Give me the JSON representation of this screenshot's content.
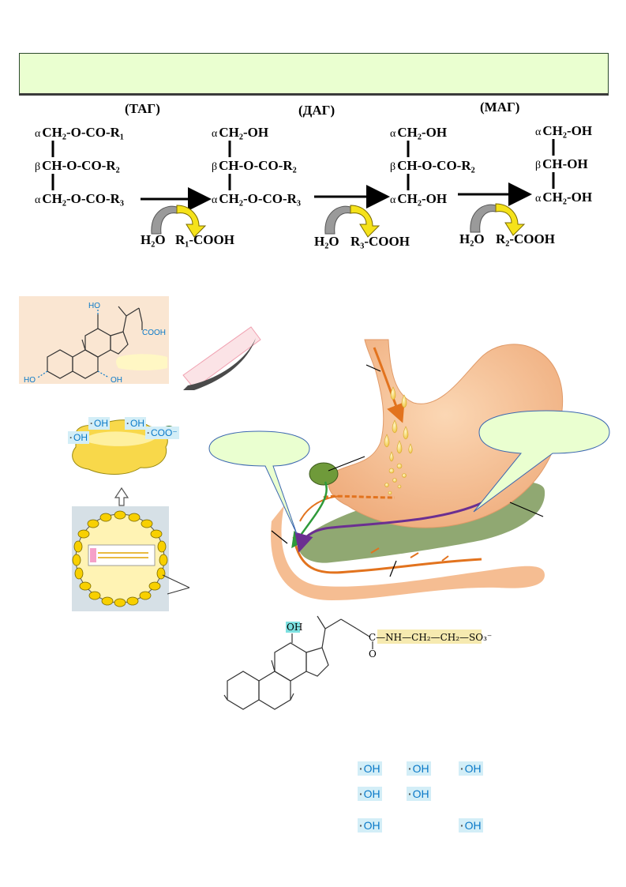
{
  "reaction": {
    "stage_labels": [
      "(ТАГ)",
      "(ДАГ)",
      "(МАГ)"
    ],
    "tag": {
      "greek": [
        "α",
        "β",
        "α"
      ],
      "groups": [
        "CH₂-O-CO-R₁",
        "CH-O-CO-R₂",
        "CH₂-O-CO-R₃"
      ]
    },
    "dag": {
      "greek": [
        "α",
        "β",
        "α"
      ],
      "groups": [
        "CH₂-OH",
        "CH-O-CO-R₂",
        "CH₂-O-CO-R₃"
      ]
    },
    "mag": {
      "greek": [
        "α",
        "β",
        "α"
      ],
      "groups": [
        "CH₂-OH",
        "CH-O-CO-R₂",
        "CH₂-OH"
      ]
    },
    "glycerol": {
      "greek": [
        "α",
        "β",
        "α"
      ],
      "groups": [
        "CH₂-OH",
        "CH-OH",
        "CH₂-OH"
      ]
    },
    "steps": [
      {
        "water": "H₂O",
        "acid": "R₁-COOH"
      },
      {
        "water": "H₂O",
        "acid": "R₃-COOH"
      },
      {
        "water": "H₂O",
        "acid": "R₂-COOH"
      }
    ]
  },
  "cholic_acid": {
    "oh_labels": [
      "HO",
      "HO",
      "OH"
    ],
    "acid_label": "COOH"
  },
  "micelle_surface": {
    "oh_groups": [
      "OH",
      "OH",
      "OH"
    ],
    "carboxylate": "COO⁻"
  },
  "taurine_conjugate": {
    "oh": "OH",
    "chain": "C—NH—CH₂—CH₂—SO₃⁻",
    "carbonyl_o": "O",
    "sulfonate_charge": "−"
  },
  "oh_grid": {
    "row1": [
      "OH",
      "OH",
      "OH"
    ],
    "row2": [
      "OH",
      "OH"
    ],
    "row3": [
      "OH",
      "OH"
    ]
  },
  "colors": {
    "banner": "#eaffd0",
    "callout": "#eaffd0",
    "stomach": "#f4b98c",
    "pancreas": "#8aa36a",
    "bile_flow": "#2e9a3a",
    "pancreatic_flow": "#6b2f91",
    "food_flow": "#e2731e"
  }
}
